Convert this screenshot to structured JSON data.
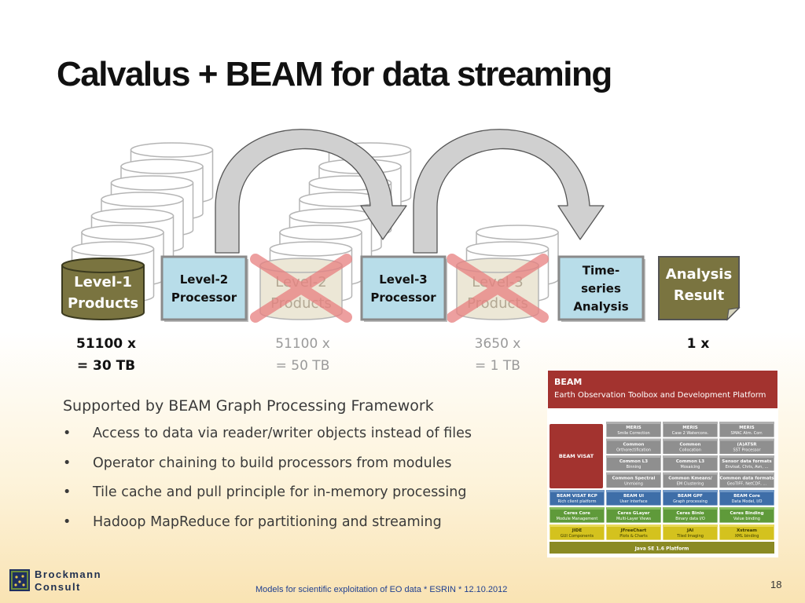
{
  "title": "Calvalus + BEAM for data streaming",
  "diagram": {
    "nodes": [
      {
        "id": "l1",
        "lines": [
          "Level-1",
          "Products"
        ],
        "kind": "cylinder-stack",
        "state": "kept"
      },
      {
        "id": "l2proc",
        "lines": [
          "Level-2",
          "Processor"
        ],
        "kind": "processor"
      },
      {
        "id": "l2prod",
        "lines": [
          "Level-2",
          "Products"
        ],
        "kind": "cylinder-stack",
        "state": "crossed-out"
      },
      {
        "id": "l3proc",
        "lines": [
          "Level-3",
          "Processor"
        ],
        "kind": "processor"
      },
      {
        "id": "l3prod",
        "lines": [
          "Level-3",
          "Products"
        ],
        "kind": "cylinder-stack",
        "state": "crossed-out"
      },
      {
        "id": "ts",
        "lines": [
          "Time-",
          "series",
          "Analysis"
        ],
        "kind": "processor"
      },
      {
        "id": "result",
        "lines": [
          "Analysis",
          "Result"
        ],
        "kind": "document"
      }
    ],
    "captions": [
      {
        "lines": [
          "51100 x",
          "= 30 TB"
        ],
        "style": "dark"
      },
      {
        "lines": [
          "51100 x",
          "= 50 TB"
        ],
        "style": "grey"
      },
      {
        "lines": [
          "3650 x",
          "= 1 TB"
        ],
        "style": "grey"
      },
      {
        "lines": [
          "1 x"
        ],
        "style": "dark"
      }
    ],
    "colors": {
      "olive": "#7a7440",
      "processor_fill": "#b8dde9",
      "processor_border": "#8a8a8a",
      "cross": "#e88080",
      "arrow": "#d0d0d0"
    }
  },
  "framework_title": "Supported by BEAM Graph Processing Framework",
  "bullet_marker": "•",
  "bullets": [
    "Access to data via reader/writer objects instead of files",
    "Operator chaining to build processors from modules",
    "Tile cache and pull principle for in-memory processing",
    "Hadoop MapReduce for partitioning and streaming"
  ],
  "beam_stack": {
    "header_title": "BEAM",
    "header_subtitle": "Earth Observation Toolbox and Development Platform",
    "visat_label": "BEAM VISAT",
    "rows": [
      {
        "color": "grey",
        "cells": [
          [
            "MERIS",
            "Smile Correction"
          ],
          [
            "MERIS",
            "Case 2 Watercons."
          ],
          [
            "MERIS",
            "SMAC Atm. Corr."
          ]
        ]
      },
      {
        "color": "grey",
        "cells": [
          [
            "Common",
            "Orthorectification"
          ],
          [
            "Common",
            "Collocation"
          ],
          [
            "(A)ATSR",
            "SST Processor"
          ]
        ]
      },
      {
        "color": "grey",
        "cells": [
          [
            "Common L3",
            "Binning"
          ],
          [
            "Common L3",
            "Mosaicing"
          ],
          [
            "Sensor data formats",
            "Envisat, Chris, Avn, ..."
          ]
        ]
      },
      {
        "color": "grey",
        "cells": [
          [
            "Common Spectral",
            "Unmixing"
          ],
          [
            "Common Kmeans/",
            "EM Clustering"
          ],
          [
            "Common data formats",
            "GeoTIFF, NetCDF, ..."
          ]
        ]
      }
    ],
    "full_rows": [
      {
        "color": "blue",
        "cells": [
          [
            "BEAM VISAT RCP",
            "Rich client platform"
          ],
          [
            "BEAM UI",
            "User interface"
          ],
          [
            "BEAM GPF",
            "Graph processing"
          ],
          [
            "BEAM Core",
            "Data Model, I/O"
          ]
        ]
      },
      {
        "color": "green",
        "cells": [
          [
            "Ceres Core",
            "Module Management"
          ],
          [
            "Ceres GLayer",
            "Multi-Layer Views"
          ],
          [
            "Ceres Binio",
            "Binary data I/O"
          ],
          [
            "Ceres Binding",
            "Value binding"
          ]
        ]
      },
      {
        "color": "yellow",
        "cells": [
          [
            "JIDE",
            "GUI Components"
          ],
          [
            "JFreeChart",
            "Plots & Charts"
          ],
          [
            "JAI",
            "Tiled Imaging"
          ],
          [
            "Xstream",
            "XML binding"
          ]
        ]
      }
    ],
    "platform": "Java SE 1.6 Platform"
  },
  "footer": {
    "logo_line1": "Brockmann",
    "logo_line2": "Consult",
    "text": "Models for scientific exploitation of EO data * ESRIN * 12.10.2012",
    "page_number": "18"
  }
}
